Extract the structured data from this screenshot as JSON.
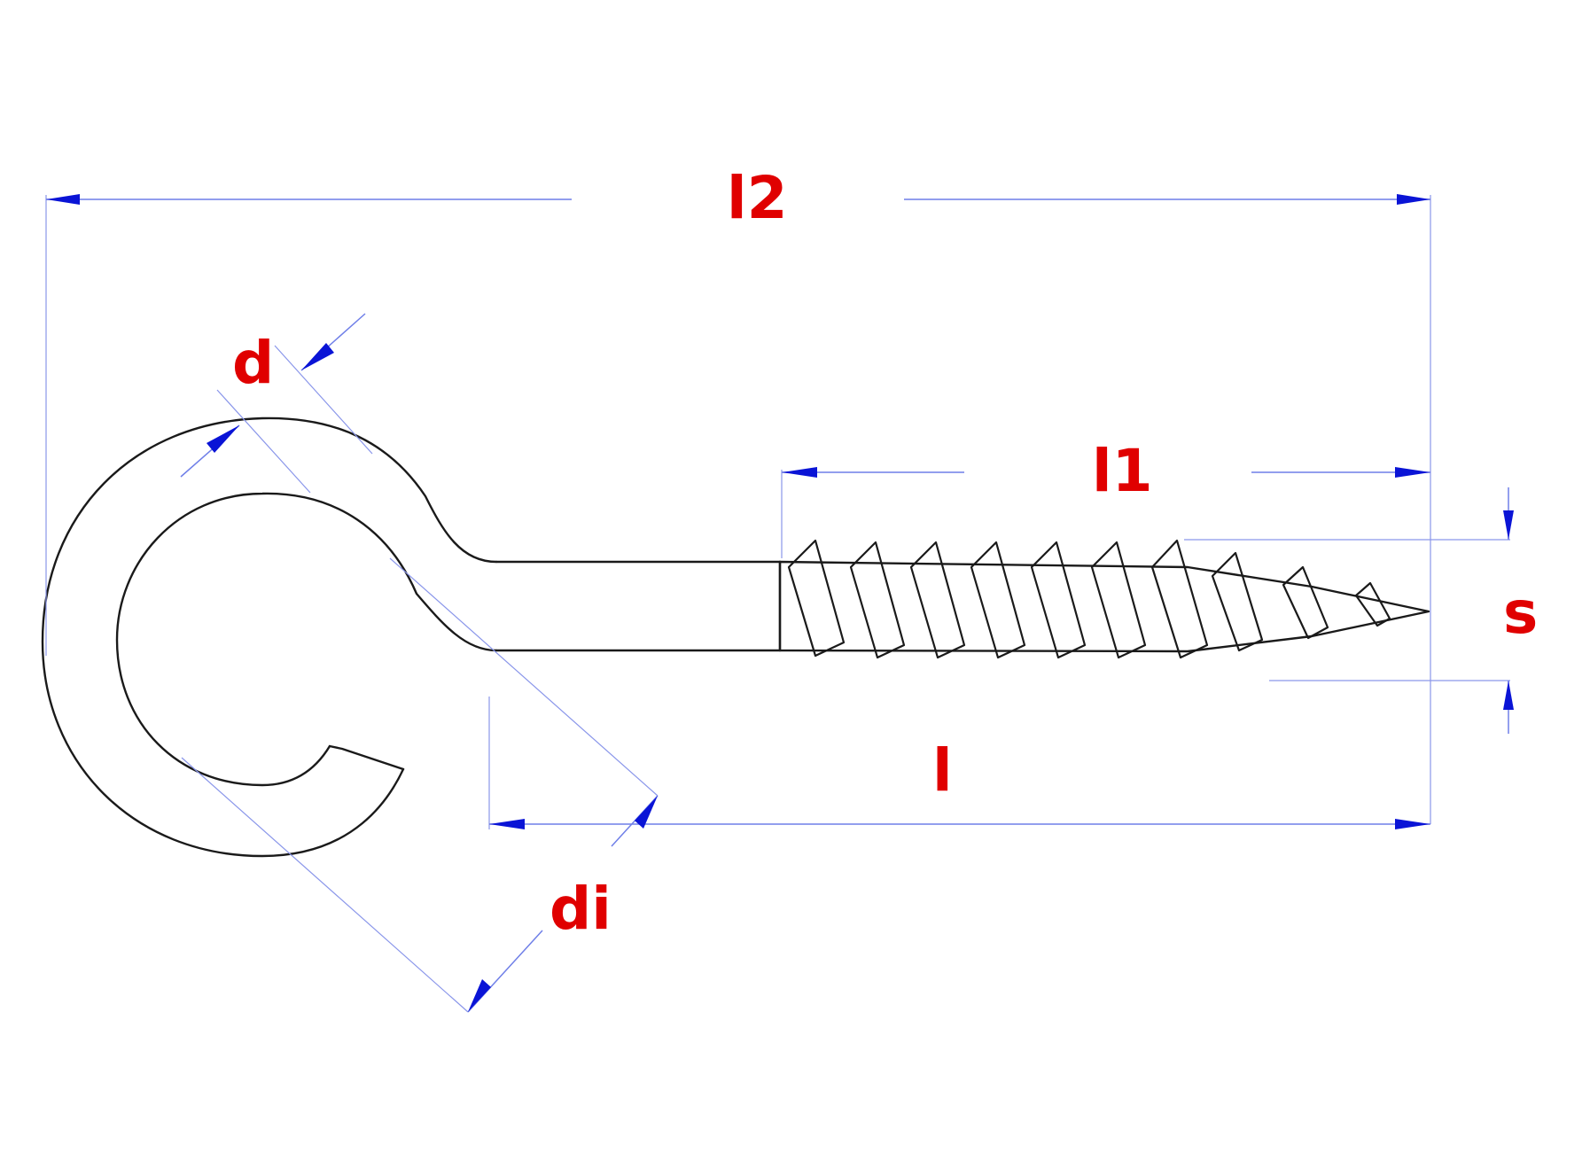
{
  "colors": {
    "outline": "#1a1a1a",
    "dimension_line": "#6f7fe8",
    "arrow": "#0a14d6",
    "label": "#e00000",
    "background": "#ffffff"
  },
  "labels": {
    "l2": "l2",
    "d": "d",
    "l1": "l1",
    "s": "s",
    "l": "l",
    "di": "di"
  }
}
